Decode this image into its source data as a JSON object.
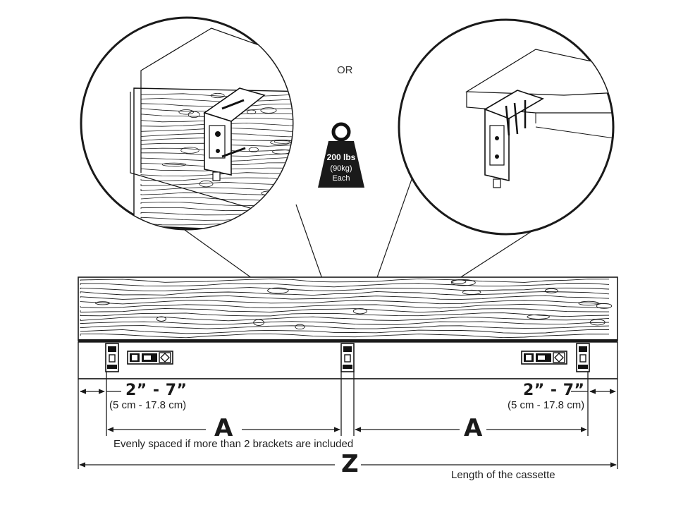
{
  "or_label": "OR",
  "weight": {
    "line1": "200 lbs",
    "line2": "(90kg)",
    "line3": "Each"
  },
  "left_offset": {
    "value": "2” - 7”",
    "metric": "(5 cm - 17.8 cm)"
  },
  "right_offset": {
    "value": "2” - 7”",
    "metric": "(5 cm - 17.8 cm)"
  },
  "spacing": {
    "left_letter": "A",
    "right_letter": "A",
    "note": "Evenly spaced if more than 2 brackets are included"
  },
  "total": {
    "letter": "Z",
    "note": "Length of the cassette"
  },
  "icons": [
    "weight-icon",
    "wall-bracket-icon",
    "ceiling-bracket-icon",
    "bracket-icon",
    "level-icon"
  ]
}
